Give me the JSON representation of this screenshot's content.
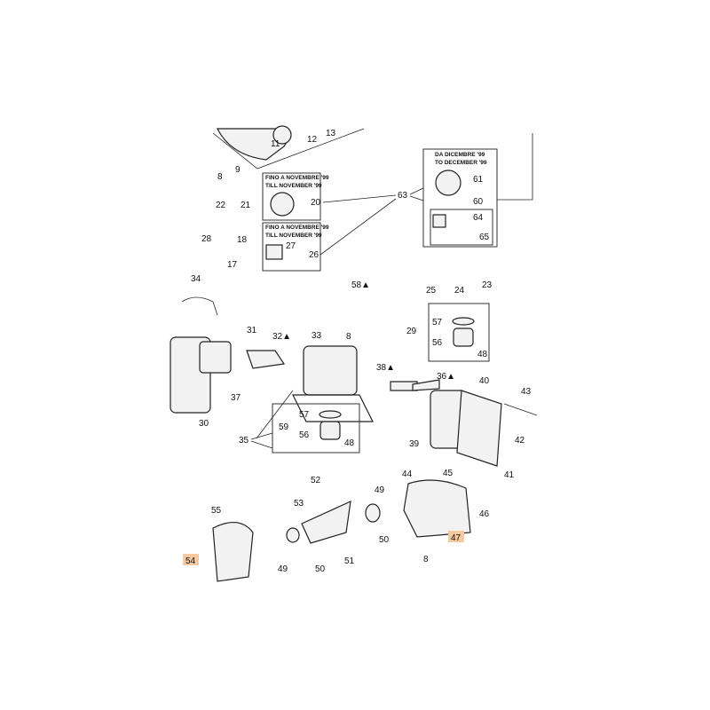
{
  "notes": {
    "till_1": "FINO A NOVEMBRE '99",
    "till_2": "TILL NOVEMBER '99",
    "from_1": "DA DICEMBRE '99",
    "from_2": "TO DECEMBER '99"
  },
  "highlight_color": "#f7c9a0",
  "labels": {
    "l11": "11",
    "l12": "12",
    "l13": "13",
    "l8a": "8",
    "l9": "9",
    "l22": "22",
    "l21": "21",
    "l28": "28",
    "l18": "18",
    "l17": "17",
    "l20": "20",
    "l27": "27",
    "l26": "26",
    "l63": "63",
    "l61": "61",
    "l60": "60",
    "l64": "64",
    "l65": "65",
    "l58": "58▲",
    "l25": "25",
    "l24": "24",
    "l23": "23",
    "l34": "34",
    "l31": "31",
    "l32": "32▲",
    "l33": "33",
    "l8b": "8",
    "l29": "29",
    "l57a": "57",
    "l56a": "56",
    "l48a": "48",
    "l38": "38▲",
    "l36": "36▲",
    "l40": "40",
    "l43": "43",
    "l42": "42",
    "l37": "37",
    "l30": "30",
    "l59": "59",
    "l57b": "57",
    "l56b": "56",
    "l48b": "48",
    "l35": "35",
    "l39": "39",
    "l41": "41",
    "l52": "52",
    "l44": "44",
    "l45": "45",
    "l49a": "49",
    "l53": "53",
    "l46": "46",
    "l55": "55",
    "l50a": "50",
    "l47": "47",
    "l8c": "8",
    "l51": "51",
    "l54": "54",
    "l49b": "49",
    "l50b": "50"
  }
}
